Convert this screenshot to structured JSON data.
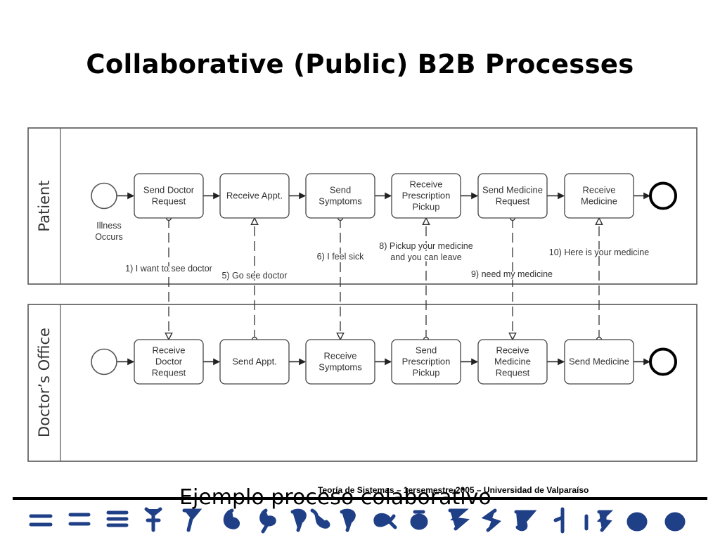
{
  "slide_title": "Collaborative (Public) B2B Processes",
  "lanes": [
    {
      "label": "Patient",
      "tasks": [
        "Send Doctor\nRequest",
        "Receive Appt.",
        "Send\nSymptoms",
        "Receive\nPrescription\nPickup",
        "Send Medicine\nRequest",
        "Receive\nMedicine"
      ],
      "start_label": "Illness\nOccurs"
    },
    {
      "label": "Doctor’s Office",
      "tasks": [
        "Receive\nDoctor\nRequest",
        "Send Appt.",
        "Receive\nSymptoms",
        "Send\nPrescription\nPickup",
        "Receive\nMedicine\nRequest",
        "Send Medicine"
      ]
    }
  ],
  "messages": [
    {
      "text": "1) I want to see doctor",
      "from": "patient",
      "column": 0
    },
    {
      "text": "5) Go see doctor",
      "from": "doctor",
      "column": 1
    },
    {
      "text": "6) I feel sick",
      "from": "patient",
      "column": 2
    },
    {
      "text": "8) Pickup your medicine\nand you can leave",
      "from": "doctor",
      "column": 3
    },
    {
      "text": "9)  need my medicine",
      "from": "patient",
      "column": 4
    },
    {
      "text": "10) Here is your medicine",
      "from": "doctor",
      "column": 5
    }
  ],
  "footer": {
    "text": "Teoría de Sistemas – 1ersemestre 2005 – Universidad de Valparaíso",
    "caption": "Ejemplo proceso colaborativo"
  },
  "colors": {
    "glyph_blue": "#1f3f86",
    "glyph_light": "#b9c9e6"
  }
}
